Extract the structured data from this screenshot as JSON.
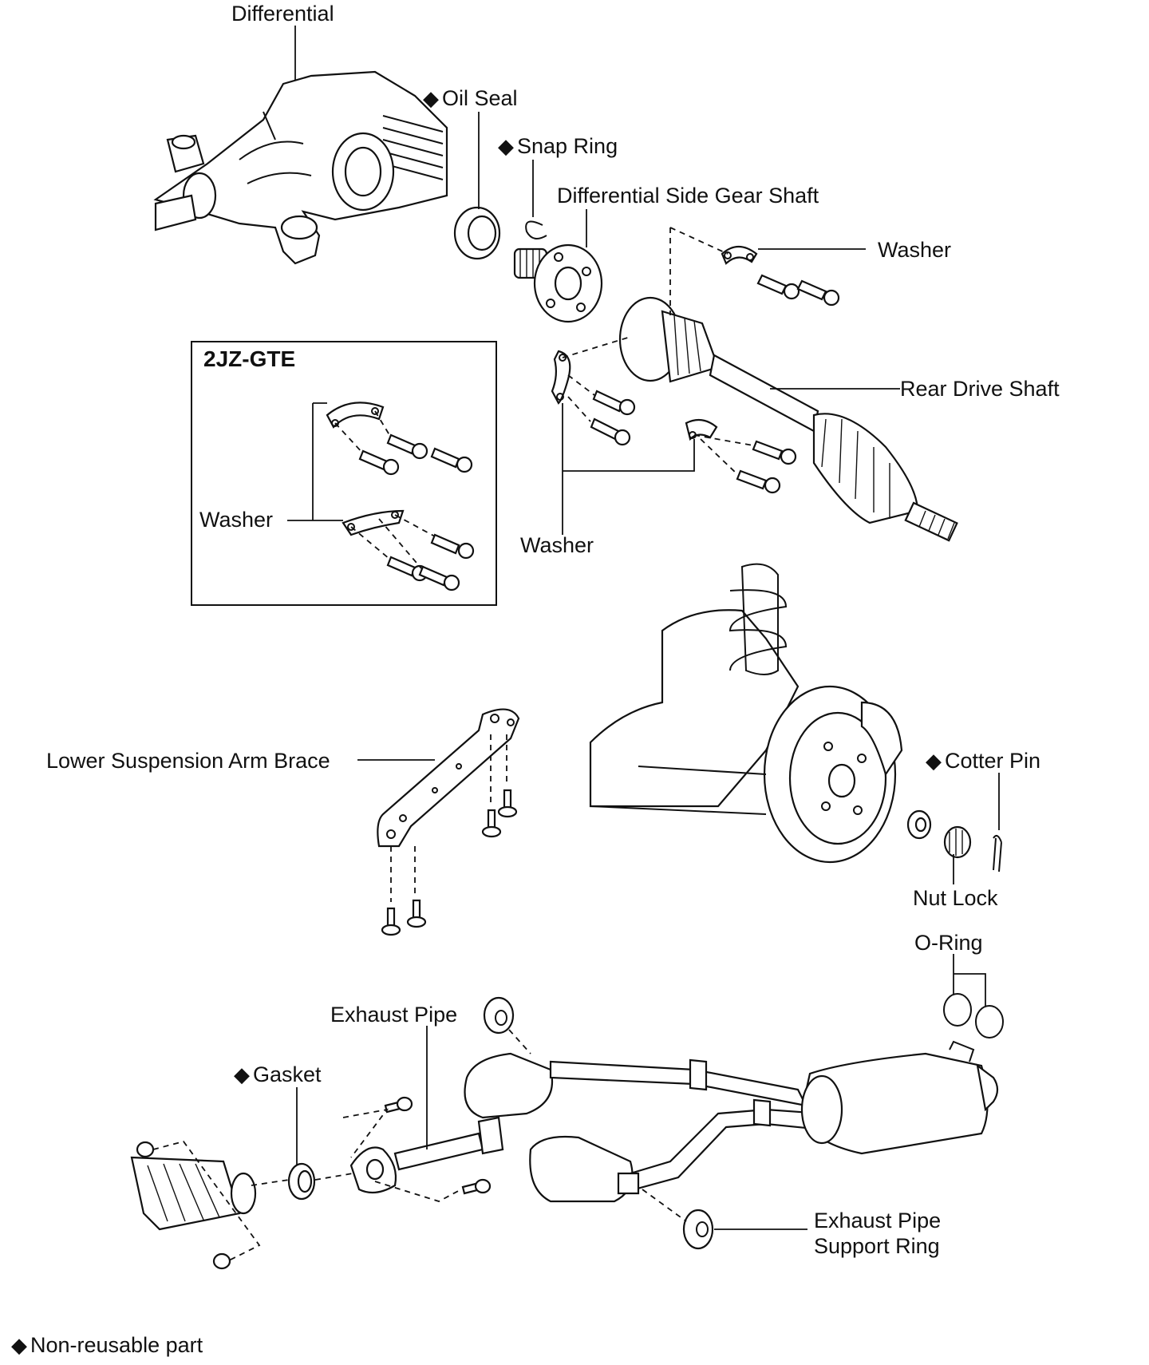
{
  "labels": {
    "differential": "Differential",
    "oil_seal": "Oil Seal",
    "snap_ring": "Snap Ring",
    "side_gear_shaft": "Differential Side Gear Shaft",
    "washer_top": "Washer",
    "engine_variant": "2JZ-GTE",
    "washer_inset": "Washer",
    "rear_drive_shaft": "Rear Drive Shaft",
    "washer_center": "Washer",
    "lower_arm_brace": "Lower Suspension Arm Brace",
    "cotter_pin": "Cotter Pin",
    "nut_lock": "Nut Lock",
    "o_ring": "O-Ring",
    "exhaust_pipe": "Exhaust Pipe",
    "gasket": "Gasket",
    "support_ring_line1": "Exhaust Pipe",
    "support_ring_line2": "Support Ring",
    "legend": "Non-reusable part"
  },
  "symbols": {
    "non_reusable": "◆"
  }
}
